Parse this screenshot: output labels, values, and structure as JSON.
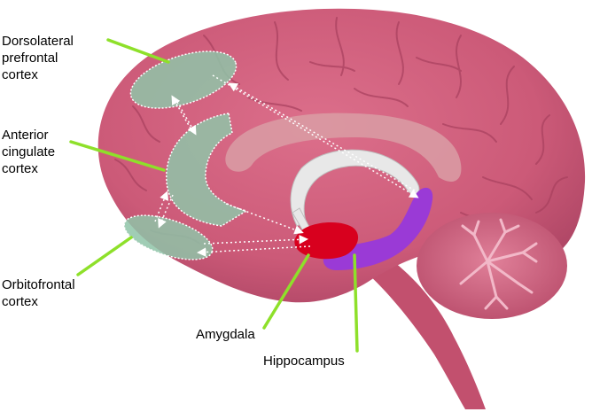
{
  "labels": {
    "dlpfc": [
      "Dorsolateral",
      "prefrontal",
      "cortex"
    ],
    "acc": [
      "Anterior",
      "cingulate",
      "cortex"
    ],
    "ofc": [
      "Orbitofrontal",
      "cortex"
    ],
    "amygdala": "Amygdala",
    "hippocampus": "Hippocampus"
  },
  "colors": {
    "brain": "#cc5a78",
    "brain_dark": "#a8405e",
    "brain_light": "#e07a95",
    "brainstem": "#c2506e",
    "cerebellum": "#d36f8a",
    "cerebellum_tree": "#f2b8c8",
    "corpus_callosum": "#d99aa3",
    "fornix": "#e8e8e8",
    "highlight_region": "#8fc4a8",
    "amygdala": "#d8001e",
    "hippocampus": "#9a3ad6",
    "pointer_line": "#8ee02a",
    "arrow": "#ffffff",
    "text": "#000000"
  }
}
